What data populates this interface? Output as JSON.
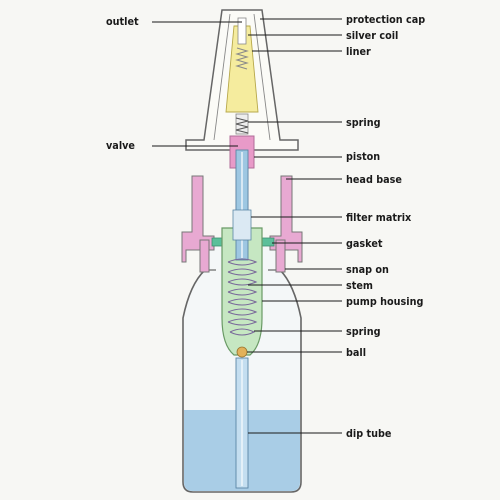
{
  "labels": {
    "outlet": "outlet",
    "valve": "valve",
    "protection_cap": "protection cap",
    "silver_coil": "silver coil",
    "liner": "liner",
    "spring_top": "spring",
    "piston": "piston",
    "head_base": "head base",
    "filter_matrix": "filter matrix",
    "gasket": "gasket",
    "snap_on": "snap on",
    "stem": "stem",
    "pump_housing": "pump housing",
    "spring_bottom": "spring",
    "ball": "ball",
    "dip_tube": "dip tube"
  },
  "colors": {
    "background": "#f7f7f4",
    "outline": "#555555",
    "liquid": "#a9cde6",
    "bottle_glass": "#f4f7f8",
    "protection_cap": "#fbfbf7",
    "liner": "#f5ec9e",
    "piston": "#e89ac8",
    "head_base": "#e8a9d2",
    "pump_housing": "#c6e7c2",
    "stem": "#9ec7e2",
    "gasket": "#5bbf9a",
    "ball": "#e2b15a",
    "leader": "#1a1a1a"
  }
}
